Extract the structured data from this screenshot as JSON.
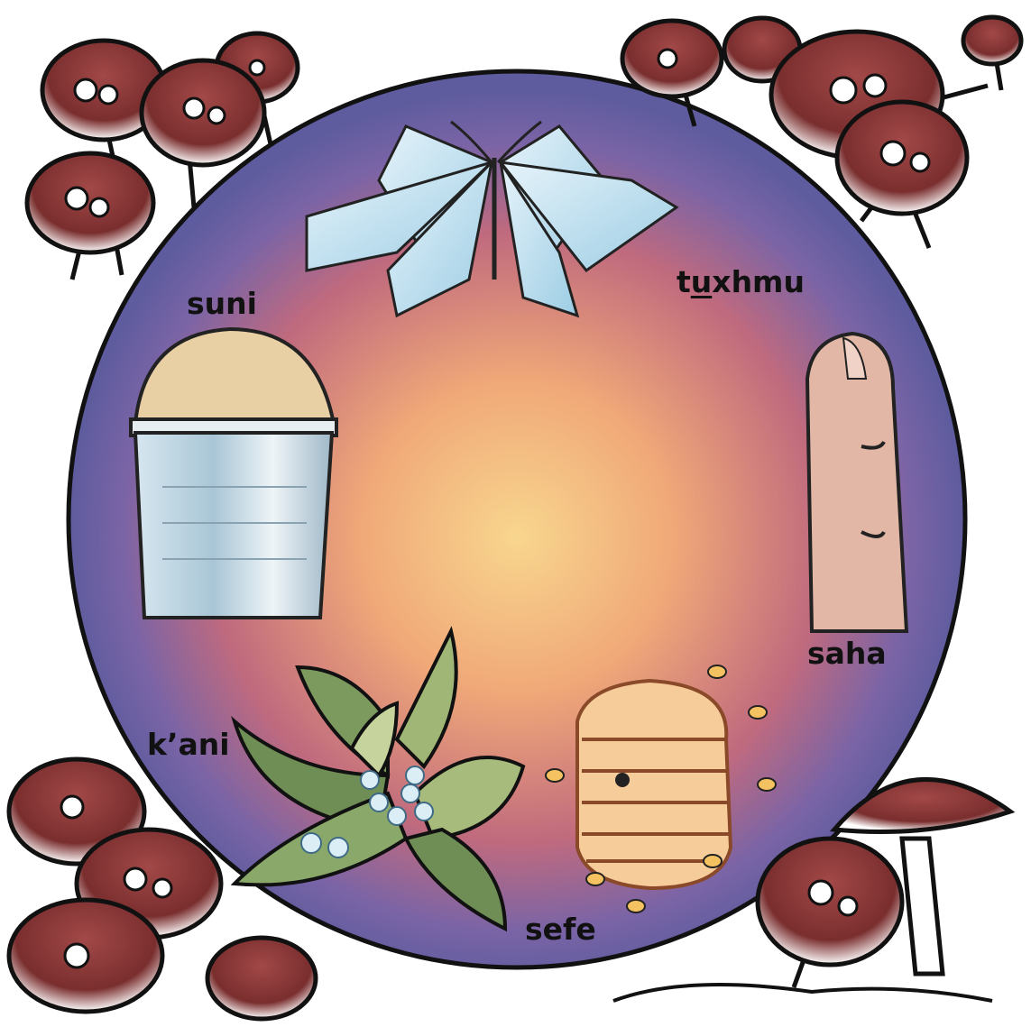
{
  "labels": {
    "suni": "suni",
    "tuxhmu_pre": "t",
    "tuxhmu_u": "u",
    "tuxhmu_post": "xhmu",
    "saha": "saha",
    "kani": "k’ani",
    "sefe": "sefe"
  },
  "colors": {
    "circle_edge": "#6f6aa8",
    "circle_mid": "#c97a8a",
    "circle_center": "#f7c98a",
    "mushroom_cap": "#8a3a3a",
    "outline": "#111111"
  },
  "icons": [
    "butterfly-icon",
    "finger-icon",
    "beehive-icon",
    "plant-icon",
    "seed-can-icon",
    "mushroom-character-icon"
  ]
}
